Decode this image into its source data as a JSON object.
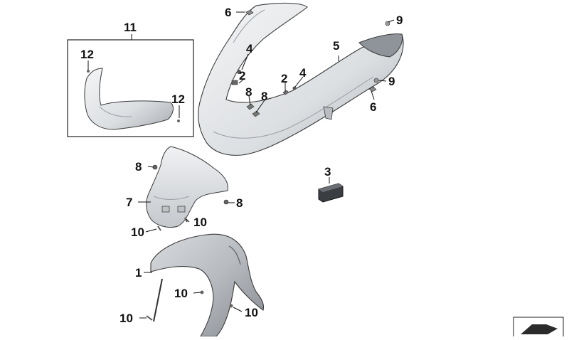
{
  "callouts": {
    "c1": "1",
    "c2a": "2",
    "c2b": "2",
    "c3": "3",
    "c4a": "4",
    "c4b": "4",
    "c5": "5",
    "c6a": "6",
    "c6b": "6",
    "c7": "7",
    "c8a": "8",
    "c8b": "8",
    "c8c": "8",
    "c8d": "8",
    "c9a": "9",
    "c9b": "9",
    "c10a": "10",
    "c10b": "10",
    "c10c": "10",
    "c10d": "10",
    "c10e": "10",
    "c11": "11",
    "c12a": "12",
    "c12b": "12"
  },
  "colors": {
    "part_light": "#eceef0",
    "part_mid": "#c9ccd0",
    "part_dark": "#8d9196",
    "outline": "#3a3a3a",
    "leader": "#111111",
    "icon_dark": "#2b2b2b"
  }
}
